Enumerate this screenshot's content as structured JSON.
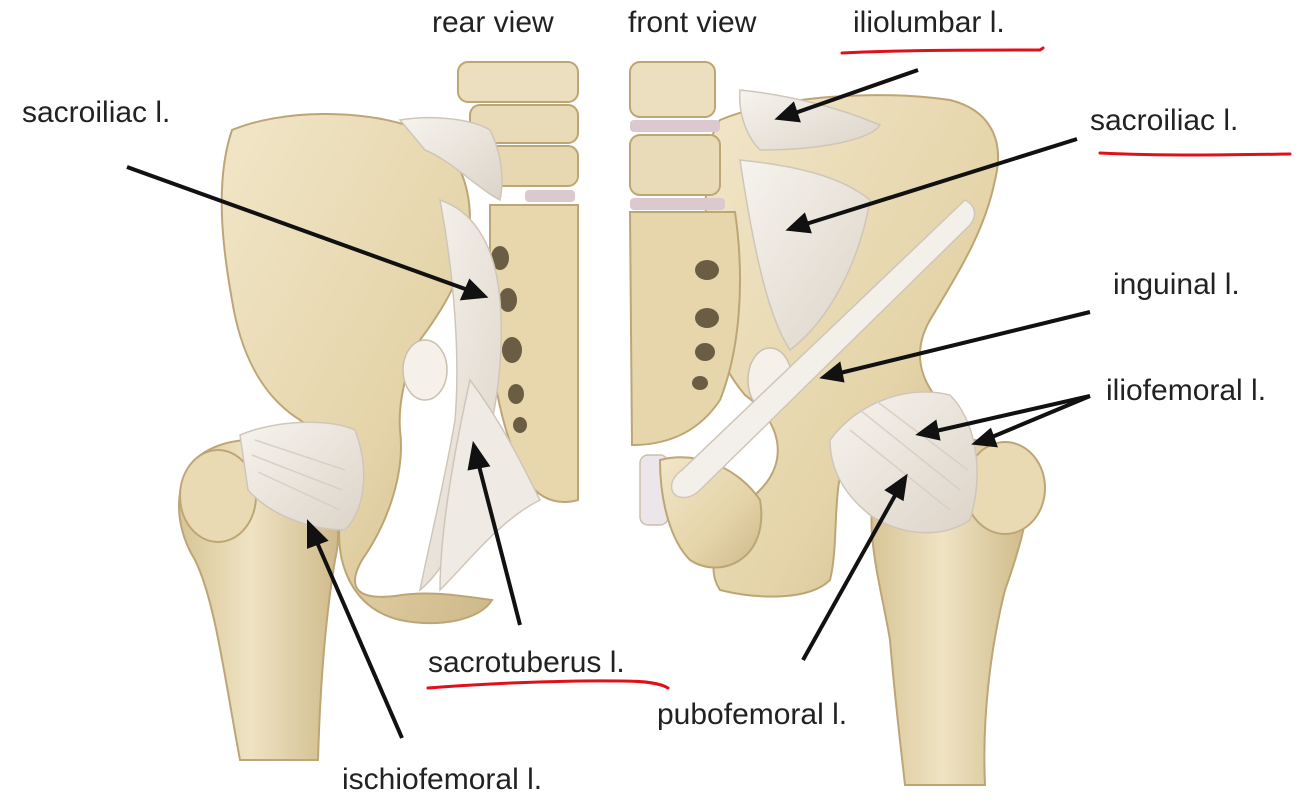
{
  "view_labels": {
    "rear": "rear view",
    "front": "front view"
  },
  "labels": {
    "iliolumbar": "iliolumbar l.",
    "sacroiliac_rear": "sacroiliac l.",
    "sacroiliac_front": "sacroiliac l.",
    "inguinal": "inguinal l.",
    "iliofemoral": "iliofemoral l.",
    "sacrotuberus": "sacrotuberus l.",
    "pubofemoral": "pubofemoral l.",
    "ischiofemoral": "ischiofemoral l."
  },
  "colors": {
    "bone": "#e8d9b3",
    "bone_shadow": "#c9b485",
    "ligament": "#f0ece6",
    "ligament_shadow": "#d8d0c6",
    "cartilage": "#dcc8cf",
    "arrow": "#111111",
    "underline": "#e0101a",
    "text": "#222222"
  },
  "underlined_labels": [
    "iliolumbar",
    "sacroiliac_front",
    "sacrotuberus"
  ]
}
